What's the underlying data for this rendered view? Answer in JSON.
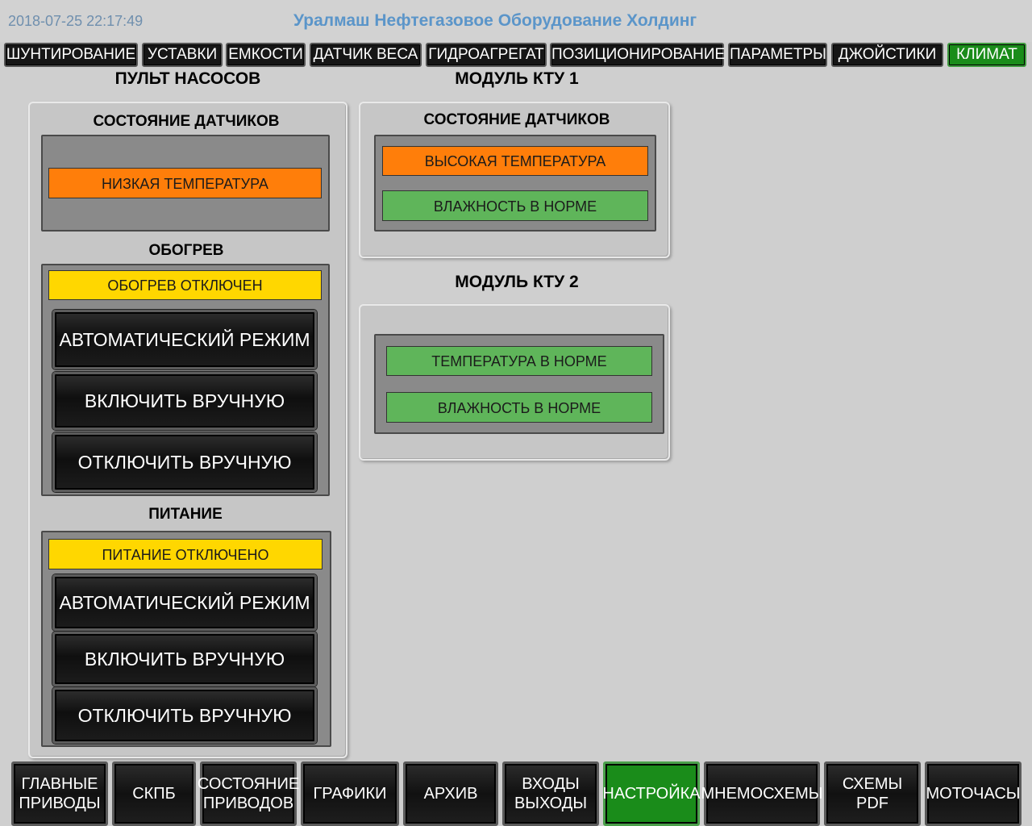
{
  "header": {
    "datetime": "2018-07-25 22:17:49",
    "company": "Уралмаш Нефтегазовое Оборудование Холдинг"
  },
  "tabs": [
    {
      "label": "ШУНТИРОВАНИЕ",
      "active": false
    },
    {
      "label": "УСТАВКИ",
      "active": false
    },
    {
      "label": "ЕМКОСТИ",
      "active": false
    },
    {
      "label": "ДАТЧИК ВЕСА",
      "active": false
    },
    {
      "label": "ГИДРОАГРЕГАТ",
      "active": false
    },
    {
      "label": "ПОЗИЦИОНИРОВАНИЕ",
      "active": false
    },
    {
      "label": "ПАРАМЕТРЫ",
      "active": false
    },
    {
      "label": "ДЖОЙСТИКИ",
      "active": false
    },
    {
      "label": "КЛИМАТ",
      "active": true
    }
  ],
  "pump_panel": {
    "title": "ПУЛЬТ  НАСОСОВ",
    "sensors": {
      "title": "СОСТОЯНИЕ ДАТЧИКОВ",
      "status": "НИЗКАЯ ТЕМПЕРАТУРА"
    },
    "heating": {
      "title": "ОБОГРЕВ",
      "status": "ОБОГРЕВ ОТКЛЮЧЕН",
      "buttons": [
        "АВТОМАТИЧЕСКИЙ РЕЖИМ",
        "ВКЛЮЧИТЬ ВРУЧНУЮ",
        "ОТКЛЮЧИТЬ ВРУЧНУЮ"
      ]
    },
    "power": {
      "title": "ПИТАНИЕ",
      "status": "ПИТАНИЕ ОТКЛЮЧЕНО",
      "buttons": [
        "АВТОМАТИЧЕСКИЙ РЕЖИМ",
        "ВКЛЮЧИТЬ ВРУЧНУЮ",
        "ОТКЛЮЧИТЬ ВРУЧНУЮ"
      ]
    }
  },
  "ktu1": {
    "title": "МОДУЛЬ  КТУ 1",
    "sensors_title": "СОСТОЯНИЕ ДАТЧИКОВ",
    "statuses": [
      "ВЫСОКАЯ ТЕМПЕРАТУРА",
      "ВЛАЖНОСТЬ В НОРМЕ"
    ]
  },
  "ktu2": {
    "title": "МОДУЛЬ  КТУ 2",
    "statuses": [
      "ТЕМПЕРАТУРА В НОРМЕ",
      "ВЛАЖНОСТЬ В НОРМЕ"
    ]
  },
  "colors": {
    "alarm": "#ff7e0a",
    "ok": "#5fb55a",
    "warning": "#ffd700",
    "active_nav": "#1a8c1a"
  },
  "bottom_nav": [
    {
      "label": "ГЛАВНЫЕ\nПРИВОДЫ",
      "active": false
    },
    {
      "label": "СКПБ",
      "active": false
    },
    {
      "label": "СОСТОЯНИЕ\nПРИВОДОВ",
      "active": false
    },
    {
      "label": "ГРАФИКИ",
      "active": false
    },
    {
      "label": "АРХИВ",
      "active": false
    },
    {
      "label": "ВХОДЫ\nВЫХОДЫ",
      "active": false
    },
    {
      "label": "НАСТРОЙКА",
      "active": true
    },
    {
      "label": "МНЕМОСХЕМЫ",
      "active": false
    },
    {
      "label": "СХЕМЫ\nPDF",
      "active": false
    },
    {
      "label": "МОТОЧАСЫ",
      "active": false
    }
  ]
}
